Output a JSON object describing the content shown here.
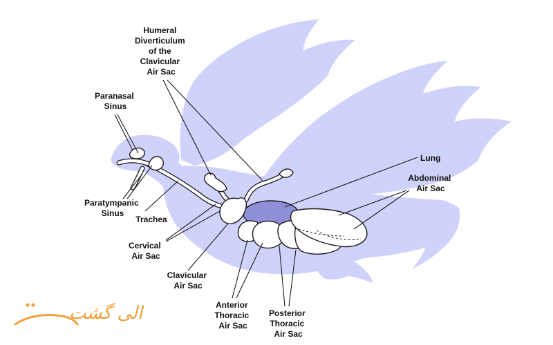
{
  "colors": {
    "silhouette": "#cfd2fb",
    "lung": "#8e8fd6",
    "line": "#1a1a1a",
    "logo": "#f0a23c"
  },
  "labels": {
    "humeral": [
      "Humeral",
      "Diverticulum",
      "of the",
      "Clavicular",
      "Air Sac"
    ],
    "paranasal": [
      "Paranasal",
      "Sinus"
    ],
    "lung": [
      "Lung"
    ],
    "abdominal": [
      "Abdominal",
      "Air Sac"
    ],
    "paratympanic": [
      "Paratympanic",
      "Sinus"
    ],
    "trachea": [
      "Trachea"
    ],
    "cervical": [
      "Cervical",
      "Air Sac"
    ],
    "clavicular": [
      "Clavicular",
      "Air Sac"
    ],
    "anterior_thoracic": [
      "Anterior",
      "Thoracic",
      "Air Sac"
    ],
    "posterior_thoracic": [
      "Posterior",
      "Thoracic",
      "Air Sac"
    ]
  },
  "logo": {
    "text": "الی گشت",
    "icon": "logo-flourish-icon"
  }
}
